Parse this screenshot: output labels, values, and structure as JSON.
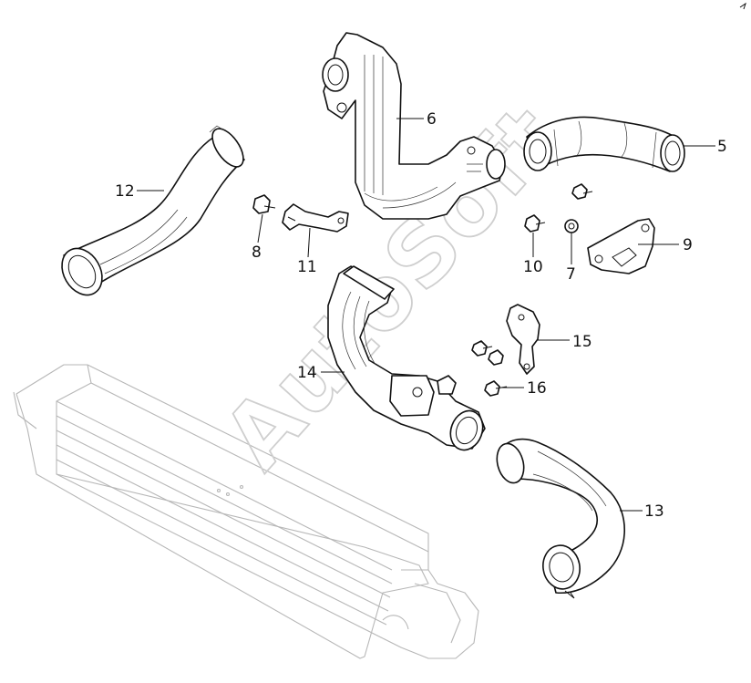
{
  "watermark": "AutoSoft",
  "callouts": {
    "c5": "5",
    "c6": "6",
    "c7": "7",
    "c8": "8",
    "c9": "9",
    "c10": "10",
    "c11": "11",
    "c12": "12",
    "c13": "13",
    "c14": "14",
    "c15": "15",
    "c16": "16"
  },
  "colors": {
    "line": "#111111",
    "ghost": "#b7b7b7",
    "watermark": "#cfcfcf",
    "background": "#ffffff"
  }
}
